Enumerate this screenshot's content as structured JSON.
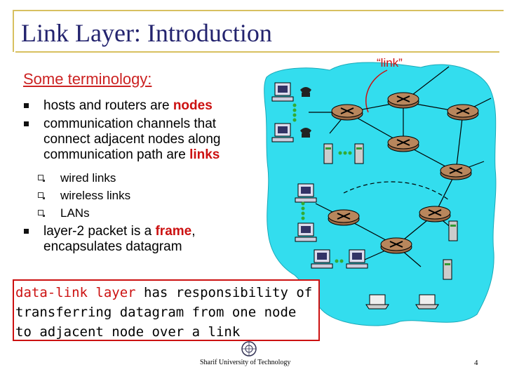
{
  "slide": {
    "title": "Link Layer: Introduction",
    "subtitle": "Some terminology:",
    "bullets": {
      "b1_pre": "hosts and routers are ",
      "b1_hl": "nodes",
      "b2_pre": "communication channels that connect adjacent nodes along communication path are ",
      "b2_hl": "links",
      "subs": [
        "wired links",
        "wireless links",
        "LANs"
      ],
      "b3_pre": "layer-2 packet is a ",
      "b3_hl": "frame",
      "b3_post": ", encapsulates datagram"
    },
    "diagram": {
      "link_label": "“link”"
    },
    "definition": {
      "term": "data-link layer",
      "line1_rest": " has responsibility of",
      "line2": "transferring datagram from one node",
      "line3": "to adjacent node over a link"
    },
    "footer": "Sharif University of Technology",
    "page_number": "4"
  },
  "colors": {
    "title": "#23236e",
    "accent": "#cc1111",
    "frame": "#d8c060",
    "cloud": "#33ddee",
    "router": "#8a5a3a"
  },
  "icons": [
    "router-icon",
    "computer-icon",
    "phone-icon",
    "server-icon",
    "laptop-icon",
    "university-logo-icon"
  ]
}
